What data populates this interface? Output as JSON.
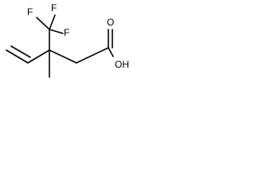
{
  "molecule": {
    "atoms": {
      "fluorine_top_left": "F",
      "fluorine_top_mid": "F",
      "fluorine_right": "F",
      "hydroxyl": "OH",
      "carbonyl_oxygen": "O"
    }
  }
}
